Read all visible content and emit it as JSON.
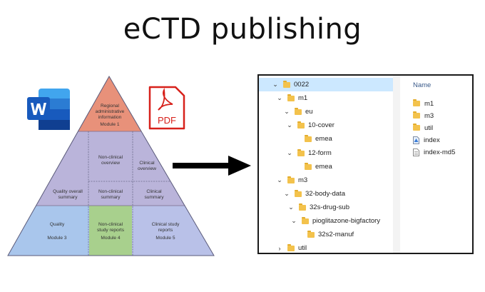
{
  "title": "eCTD publishing",
  "pyramid": {
    "module1": [
      "Regional",
      "administrative",
      "information",
      "Module 1"
    ],
    "nonclinical_overview": [
      "Non-clinical",
      "overview"
    ],
    "clinical_overview": [
      "Clinical",
      "overview"
    ],
    "quality_overall_summary": [
      "Quality overall",
      "summary"
    ],
    "nonclinical_summary": [
      "Non-clinical",
      "summary"
    ],
    "clinical_summary": [
      "Clinical",
      "summary"
    ],
    "quality": [
      "Quality",
      "Module 3"
    ],
    "nonclinical_reports": [
      "Non-clinical",
      "study reports",
      "Module 4"
    ],
    "clinical_reports": [
      "Clinical study",
      "reports",
      "Module 5"
    ],
    "colors": {
      "module1": "#e8917a",
      "module2": "#b9b3d9",
      "module3": "#a9c6ec",
      "module4": "#a8d08d",
      "module5": "#b7bfe6"
    }
  },
  "icons": {
    "word": "word-icon",
    "pdf": "pdf-icon",
    "pdf_label": "PDF"
  },
  "tree": [
    {
      "label": "0022",
      "chevron": "v",
      "selected": true
    },
    {
      "label": "m1",
      "chevron": "v"
    },
    {
      "label": "eu",
      "chevron": "v"
    },
    {
      "label": "10-cover",
      "chevron": "v"
    },
    {
      "label": "emea",
      "chevron": ""
    },
    {
      "label": "12-form",
      "chevron": "v"
    },
    {
      "label": "emea",
      "chevron": ""
    },
    {
      "label": "m3",
      "chevron": "v"
    },
    {
      "label": "32-body-data",
      "chevron": "v"
    },
    {
      "label": "32s-drug-sub",
      "chevron": "v"
    },
    {
      "label": "pioglitazone-bigfactory",
      "chevron": "v"
    },
    {
      "label": "32s2-manuf",
      "chevron": ""
    },
    {
      "label": "util",
      "chevron": ">"
    }
  ],
  "list": {
    "header": "Name",
    "items": [
      {
        "label": "m1",
        "icon": "folder-icon"
      },
      {
        "label": "m3",
        "icon": "folder-icon"
      },
      {
        "label": "util",
        "icon": "folder-icon"
      },
      {
        "label": "index",
        "icon": "xml-file-icon"
      },
      {
        "label": "index-md5",
        "icon": "text-file-icon"
      }
    ]
  }
}
